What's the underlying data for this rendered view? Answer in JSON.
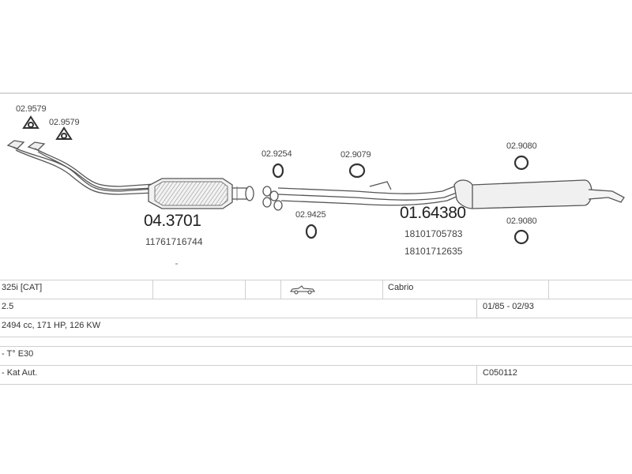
{
  "parts": {
    "clamp_a": "02.9579",
    "clamp_b": "02.9579",
    "catalyst_number": "04.3701",
    "catalyst_oe": "11761716744",
    "ring_a": "02.9254",
    "ring_b": "02.9425",
    "ring_c": "02.9079",
    "middle_number": "01.64380",
    "middle_oe_1": "18101705783",
    "middle_oe_2": "18101712635",
    "mount_top": "02.9080",
    "mount_bottom": "02.9080"
  },
  "vehicle": {
    "model": "325i  [CAT]",
    "body_type": "Cabrio",
    "engine_size": "2.5",
    "years": "01/85 - 02/93",
    "spec": "2494 cc, 171 HP, 126 KW",
    "chassis": "- T° E30",
    "feature": "- Kat Aut.",
    "code": "C050112"
  }
}
